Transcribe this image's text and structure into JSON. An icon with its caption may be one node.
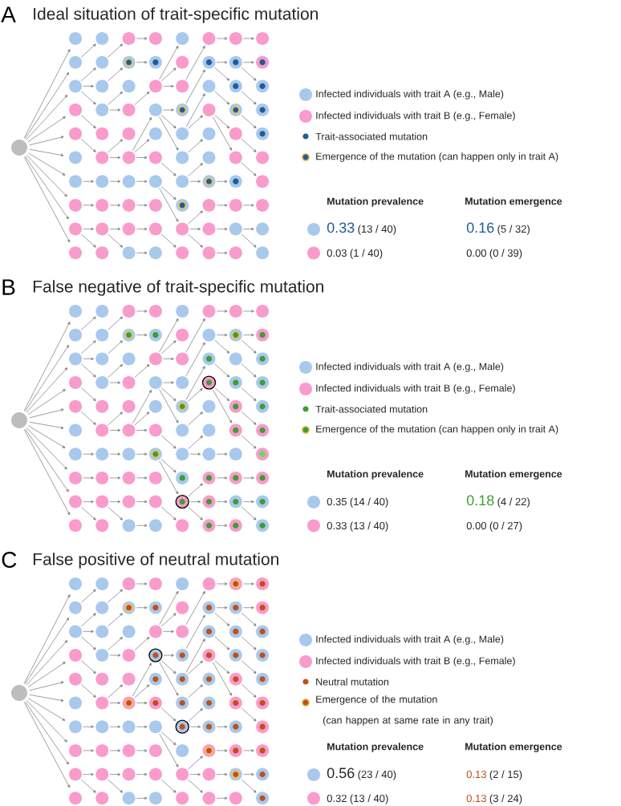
{
  "diagram": {
    "nodes": [
      {
        "text": [],
        "shape": "circle"
      },
      {
        "text": [],
        "shape": "circle"
      },
      {
        "text": [],
        "shape": "circle"
      },
      {
        "text": [],
        "shape": "circle"
      },
      {
        "text": [],
        "shape": "circle"
      },
      {
        "text": [],
        "shape": "circle"
      },
      {
        "text": [],
        "shape": "circle"
      },
      {
        "text": [],
        "shape": "circle"
      },
      {
        "text": [],
        "shape": "circle"
      },
      {
        "text": [],
        "shape": "circle"
      },
      {
        "text": [],
        "shape": "circle"
      },
      {
        "text": [],
        "shape": "circle"
      },
      {
        "text": [],
        "shape": "circle"
      },
      {
        "text": [],
        "shape": "circle"
      },
      {
        "text": [],
        "shape": "circle"
      },
      {
        "text": [],
        "shape": "circle"
      },
      {
        "text": [],
        "shape": "circle"
      },
      {
        "text": [],
        "shape": "circle"
      },
      {
        "text": [],
        "shape": "circle"
      },
      {
        "text": [],
        "shape": "circle"
      },
      {
        "text": [],
        "shape": "circle"
      },
      {
        "text": [],
        "shape": "circle"
      },
      {
        "text": [],
        "shape": "circle"
      },
      {
        "text": [],
        "shape": "circle"
      },
      {
        "text": [],
        "shape": "circle"
      },
      {
        "text": [],
        "shape": "circle"
      },
      {
        "text": [],
        "shape": "circle"
      },
      {
        "text": [],
        "shape": "circle"
      },
      {
        "text": [],
        "shape": "circle"
      },
      {
        "text": [],
        "shape": "circle"
      },
      {
        "text": [],
        "shape": "circle"
      },
      {
        "text": [],
        "shape": "circle"
      },
      {
        "text": [],
        "shape": "circle"
      },
      {
        "text": [],
        "shape": "circle"
      },
      {
        "text": [],
        "shape": "circle"
      },
      {
        "text": [],
        "shape": "circle"
      },
      {
        "text": [],
        "shape": "circle"
      },
      {
        "text": [],
        "shape": "circle"
      },
      {
        "text": [],
        "shape": "circle"
      },
      {
        "text": [],
        "shape": "circle"
      },
      {
        "text": [],
        "shape": "circle"
      },
      {
        "text": [],
        "shape": "circle"
      },
      {
        "text": [],
        "shape": "circle"
      },
      {
        "text": [],
        "shape": "circle"
      },
      {
        "text": [],
        "shape": "circle"
      },
      {
        "text": [],
        "shape": "circle"
      },
      {
        "text": [],
        "shape": "circle"
      },
      {
        "text": [],
        "shape": "circle"
      },
      {
        "text": [],
        "shape": "circle"
      },
      {
        "text": [],
        "shape": "circle"
      },
      {
        "text": [],
        "shape": "circle"
      },
      {
        "text": [],
        "shape": "circle"
      },
      {
        "text": [],
        "shape": "circle"
      },
      {
        "text": [],
        "shape": "circle"
      },
      {
        "text": [],
        "shape": "circle"
      },
      {
        "text": [],
        "shape": "circle"
      },
      {
        "text": [],
        "shape": "circle"
      },
      {
        "text": [],
        "shape": "circle"
      },
      {
        "text": [],
        "shape": "circle"
      },
      {
        "text": [],
        "shape": "circle"
      },
      {
        "text": [],
        "shape": "circle"
      },
      {
        "text": [],
        "shape": "circle"
      },
      {
        "text": [],
        "shape": "circle"
      },
      {
        "text": [],
        "shape": "circle"
      },
      {
        "text": [],
        "shape": "circle"
      },
      {
        "text": [],
        "shape": "circle"
      },
      {
        "text": [],
        "shape": "circle"
      },
      {
        "text": [],
        "shape": "circle"
      },
      {
        "text": [],
        "shape": "circle"
      },
      {
        "text": [],
        "shape": "circle"
      },
      {
        "text": [],
        "shape": "circle"
      },
      {
        "text": [],
        "shape": "circle"
      },
      {
        "text": [],
        "shape": "circle"
      },
      {
        "text": [],
        "shape": "circle"
      },
      {
        "text": [],
        "shape": "circle"
      },
      {
        "text": [],
        "shape": "circle"
      },
      {
        "text": [],
        "shape": "circle"
      },
      {
        "text": [],
        "shape": "circle"
      },
      {
        "text": [],
        "shape": "circle"
      },
      {
        "text": [],
        "shape": "circle"
      },
      {
        "text": [],
        "shape": "circle"
      },
      {
        "text": [],
        "shape": "circle"
      },
      {
        "text": [],
        "shape": "circle"
      },
      {
        "text": [],
        "shape": "circle"
      },
      {
        "text": [],
        "shape": "circle"
      },
      {
        "text": [],
        "shape": "circle"
      },
      {
        "text": [],
        "shape": "circle"
      },
      {
        "text": [],
        "shape": "circle"
      },
      {
        "text": [],
        "shape": "circle"
      },
      {
        "text": [],
        "shape": "circle"
      },
      {
        "text": [],
        "shape": "circle"
      },
      {
        "text": [],
        "shape": "circle"
      },
      {
        "text": [],
        "shape": "circle"
      },
      {
        "text": [],
        "shape": "circle"
      },
      {
        "text": [],
        "shape": "circle"
      },
      {
        "text": [],
        "shape": "circle"
      },
      {
        "text": [],
        "shape": "circle"
      },
      {
        "text": [],
        "shape": "circle"
      },
      {
        "text": [],
        "shape": "circle"
      },
      {
        "text": [],
        "shape": "circle"
      },
      {
        "text": [],
        "shape": "circle"
      },
      {
        "text": [],
        "shape": "circle"
      },
      {
        "text": [],
        "shape": "circle"
      },
      {
        "text": [],
        "shape": "circle"
      },
      {
        "text": [],
        "shape": "circle"
      },
      {
        "text": [],
        "shape": "circle"
      },
      {
        "text": [],
        "shape": "circle"
      },
      {
        "text": [],
        "shape": "circle"
      },
      {
        "text": [],
        "shape": "circle"
      },
      {
        "text": [],
        "shape": "circle"
      },
      {
        "text": [],
        "shape": "circle"
      },
      {
        "text": [],
        "shape": "circle"
      },
      {
        "text": [],
        "shape": "circle"
      },
      {
        "text": [],
        "shape": "circle"
      },
      {
        "text": [],
        "shape": "circle"
      },
      {
        "text": [],
        "shape": "circle"
      },
      {
        "text": [],
        "shape": "circle"
      },
      {
        "text": [],
        "shape": "circle"
      },
      {
        "text": [],
        "shape": "circle"
      },
      {
        "text": [],
        "shape": "circle"
      },
      {
        "text": [],
        "shape": "circle"
      },
      {
        "text": [],
        "shape": "circle"
      },
      {
        "text": [],
        "shape": "circle"
      },
      {
        "text": [],
        "shape": "circle"
      },
      {
        "text": [],
        "shape": "circle"
      },
      {
        "text": [],
        "shape": "circle"
      },
      {
        "text": [],
        "shape": "circle"
      },
      {
        "text": [],
        "shape": "circle"
      },
      {
        "text": [],
        "shape": "circle"
      },
      {
        "text": [],
        "shape": "circle"
      },
      {
        "text": [],
        "shape": "circle"
      },
      {
        "text": [],
        "shape": "circle"
      },
      {
        "text": [],
        "shape": "circle"
      },
      {
        "text": [],
        "shape": "circle"
      },
      {
        "text": [],
        "shape": "circle"
      },
      {
        "text": [],
        "shape": "circle"
      },
      {
        "text": [],
        "shape": "circle"
      },
      {
        "text": [],
        "shape": "circle"
      },
      {
        "text": [],
        "shape": "circle"
      },
      {
        "text": [],
        "shape": "circle"
      },
      {
        "text": [],
        "shape": "circle"
      },
      {
        "text": [],
        "shape": "circle"
      },
      {
        "text": [],
        "shape": "circle"
      },
      {
        "text": [],
        "shape": "circle"
      },
      {
        "text": [],
        "shape": "circle"
      },
      {
        "text": [],
        "shape": "circle"
      },
      {
        "text": [],
        "shape": "circle"
      },
      {
        "text": [],
        "shape": "circle"
      },
      {
        "text": [],
        "shape": "circle"
      },
      {
        "text": [],
        "shape": "circle"
      },
      {
        "text": [],
        "shape": "circle"
      },
      {
        "text": [],
        "shape": "circle"
      },
      {
        "text": [],
        "shape": "circle"
      },
      {
        "text": [],
        "shape": "circle"
      },
      {
        "text": [],
        "shape": "circle"
      },
      {
        "text": [],
        "shape": "circle"
      },
      {
        "text": [],
        "shape": "circle"
      },
      {
        "text": [],
        "shape": "circle"
      },
      {
        "text": [],
        "shape": "circle"
      },
      {
        "text": [],
        "shape": "circle"
      },
      {
        "text": [],
        "shape": "circle"
      },
      {
        "text": [],
        "shape": "circle"
      },
      {
        "text": [],
        "shape": "circle"
      },
      {
        "text": [],
        "shape": "circle"
      },
      {
        "text": [],
        "shape": "circle"
      },
      {
        "text": [],
        "shape": "circle"
      },
      {
        "text": [],
        "shape": "circle"
      },
      {
        "text": [],
        "shape": "circle"
      },
      {
        "text": [],
        "shape": "circle"
      },
      {
        "text": [],
        "shape": "circle"
      },
      {
        "text": [],
        "shape": "circle"
      },
      {
        "text": [],
        "shape": "circle"
      },
      {
        "text": [],
        "shape": "circle"
      },
      {
        "text": [],
        "shape": "circle"
      },
      {
        "text": [],
        "shape": "circle"
      },
      {
        "text": [],
        "shape": "circle"
      },
      {
        "text": [],
        "shape": "circle"
      },
      {
        "text": [],
        "shape": "circle"
      },
      {
        "text": [],
        "shape": "circle"
      },
      {
        "text": [],
        "shape": "circle"
      },
      {
        "text": [],
        "shape": "circle"
      },
      {
        "text": [],
        "shape": "circle"
      },
      {
        "text": [],
        "shape": "circle"
      },
      {
        "text": [],
        "shape": "circle"
      },
      {
        "text": [],
        "shape": "circle"
      },
      {
        "text": [],
        "shape": "circle"
      },
      {
        "text": [],
        "shape": "circle"
      },
      {
        "text": [],
        "shape": "circle"
      },
      {
        "text": [],
        "shape": "circle"
      },
      {
        "text": [],
        "shape": "circle"
      },
      {
        "text": [],
        "shape": "circle"
      },
      {
        "text": [],
        "shape": "circle"
      },
      {
        "text": [],
        "shape": "circle"
      },
      {
        "text": [],
        "shape": "circle"
      },
      {
        "text": [],
        "shape": "circle"
      },
      {
        "text": [],
        "shape": "circle"
      },
      {
        "text": [],
        "shape": "circle"
      },
      {
        "text": [],
        "shape": "circle"
      },
      {
        "text": [],
        "shape": "circle"
      },
      {
        "text": [],
        "shape": "circle"
      },
      {
        "text": [],
        "shape": "circle"
      },
      {
        "text": [],
        "shape": "circle"
      },
      {
        "text": [],
        "shape": "circle"
      },
      {
        "text": [],
        "shape": "circle"
      },
      {
        "text": [],
        "shape": "circle"
      },
      {
        "text": [],
        "shape": "circle"
      },
      {
        "text": [],
        "shape": "circle"
      },
      {
        "text": [],
        "shape": "circle"
      },
      {
        "text": [],
        "shape": "circle"
      },
      {
        "text": [],
        "shape": "circle"
      },
      {
        "text": [],
        "shape": "circle"
      },
      {
        "text": [],
        "shape": "circle"
      },
      {
        "text": [],
        "shape": "circle"
      },
      {
        "text": [],
        "shape": "circle"
      },
      {
        "text": [],
        "shape": "circle"
      },
      {
        "text": [],
        "shape": "circle"
      },
      {
        "text": [],
        "shape": "circle"
      },
      {
        "text": [],
        "shape": "circle"
      },
      {
        "text": [],
        "shape": "circle"
      },
      {
        "text": [],
        "shape": "circle"
      },
      {
        "text": [],
        "shape": "circle"
      },
      {
        "text": [],
        "shape": "circle"
      },
      {
        "text": [],
        "shape": "circle"
      },
      {
        "text": [],
        "shape": "circle"
      },
      {
        "text": [],
        "shape": "circle"
      },
      {
        "text": [],
        "shape": "circle"
      },
      {
        "text": [],
        "shape": "circle"
      },
      {
        "text": [],
        "shape": "circle"
      },
      {
        "text": [],
        "shape": "circle"
      },
      {
        "text": [],
        "shape": "circle"
      },
      {
        "text": [],
        "shape": "circle"
      },
      {
        "text": [],
        "shape": "circle"
      },
      {
        "text": [],
        "shape": "circle"
      },
      {
        "text": [],
        "shape": "circle"
      },
      {
        "text": [],
        "shape": "circle"
      },
      {
        "text": [],
        "shape": "circle"
      },
      {
        "text": [],
        "shape": "circle"
      },
      {
        "text": [],
        "shape": "circle"
      },
      {
        "text": [],
        "shape": "circle"
      },
      {
        "text": [],
        "shape": "circle"
      },
      {
        "text": [],
        "shape": "circle"
      },
      {
        "text": [],
        "shape": "circle"
      },
      {
        "text": [],
        "shape": "circle"
      }
    ],
    "edges": [
      {
        "from": 0,
        "to": 1,
        "arrow": "to"
      },
      {
        "from": 0,
        "to": 9,
        "arrow": "to"
      },
      {
        "from": 0,
        "to": 17,
        "arrow": "to"
      },
      {
        "from": 0,
        "to": 25,
        "arrow": "to"
      },
      {
        "from": 0,
        "to": 33,
        "arrow": "to"
      },
      {
        "from": 0,
        "to": 41,
        "arrow": "to"
      },
      {
        "from": 0,
        "to": 49,
        "arrow": "to"
      },
      {
        "from": 0,
        "to": 57,
        "arrow": "to"
      },
      {
        "from": 0,
        "to": 65,
        "arrow": "to"
      },
      {
        "from": 0,
        "to": 73,
        "arrow": "to"
      },
      {
        "from": 3,
        "to": 4,
        "arrow": "to"
      },
      {
        "from": 6,
        "to": 7,
        "arrow": "to"
      },
      {
        "from": 7,
        "to": 8,
        "arrow": "to"
      },
      {
        "from": 9,
        "to": 2,
        "arrow": "to"
      },
      {
        "from": 10,
        "to": 3,
        "arrow": "to"
      },
      {
        "from": 11,
        "to": 12,
        "arrow": "to"
      },
      {
        "from": 14,
        "to": 15,
        "arrow": "to"
      },
      {
        "from": 15,
        "to": 16,
        "arrow": "to"
      },
      {
        "from": 14,
        "to": 23,
        "arrow": "to"
      },
      {
        "from": 15,
        "to": 24,
        "arrow": "to"
      },
      {
        "from": 17,
        "to": 10,
        "arrow": "to"
      },
      {
        "from": 17,
        "to": 18,
        "arrow": "to"
      },
      {
        "from": 17,
        "to": 26,
        "arrow": "to"
      },
      {
        "from": 18,
        "to": 11,
        "arrow": "to"
      },
      {
        "from": 20,
        "to": 5,
        "arrow": "to"
      },
      {
        "from": 20,
        "to": 13,
        "arrow": "to"
      },
      {
        "from": 20,
        "to": 21,
        "arrow": "to"
      },
      {
        "from": 21,
        "to": 6,
        "arrow": "to"
      },
      {
        "from": 22,
        "to": 31,
        "arrow": "to"
      },
      {
        "from": 23,
        "to": 32,
        "arrow": "to"
      },
      {
        "from": 25,
        "to": 34,
        "arrow": "to"
      },
      {
        "from": 26,
        "to": 19,
        "arrow": "to"
      },
      {
        "from": 26,
        "to": 27,
        "arrow": "to"
      },
      {
        "from": 27,
        "to": 20,
        "arrow": "to"
      },
      {
        "from": 28,
        "to": 29,
        "arrow": "to"
      },
      {
        "from": 28,
        "to": 37,
        "arrow": "to"
      },
      {
        "from": 28,
        "to": 45,
        "arrow": "to"
      },
      {
        "from": 29,
        "to": 14,
        "arrow": "to"
      },
      {
        "from": 30,
        "to": 39,
        "arrow": "to"
      },
      {
        "from": 30,
        "to": 47,
        "arrow": "to"
      },
      {
        "from": 31,
        "to": 40,
        "arrow": "to"
      },
      {
        "from": 33,
        "to": 42,
        "arrow": "to"
      },
      {
        "from": 37,
        "to": 22,
        "arrow": "to"
      },
      {
        "from": 37,
        "to": 30,
        "arrow": "to"
      },
      {
        "from": 39,
        "to": 48,
        "arrow": "to"
      },
      {
        "from": 42,
        "to": 35,
        "arrow": "to"
      },
      {
        "from": 42,
        "to": 43,
        "arrow": "to"
      },
      {
        "from": 43,
        "to": 28,
        "arrow": "to"
      },
      {
        "from": 43,
        "to": 36,
        "arrow": "to"
      },
      {
        "from": 43,
        "to": 44,
        "arrow": "to"
      },
      {
        "from": 44,
        "to": 53,
        "arrow": "to"
      },
      {
        "from": 45,
        "to": 38,
        "arrow": "to"
      },
      {
        "from": 47,
        "to": 56,
        "arrow": "to"
      },
      {
        "from": 49,
        "to": 50,
        "arrow": "to"
      },
      {
        "from": 50,
        "to": 51,
        "arrow": "to"
      },
      {
        "from": 51,
        "to": 52,
        "arrow": "to"
      },
      {
        "from": 52,
        "to": 61,
        "arrow": "to"
      },
      {
        "from": 52,
        "to": 69,
        "arrow": "to"
      },
      {
        "from": 53,
        "to": 46,
        "arrow": "to"
      },
      {
        "from": 53,
        "to": 54,
        "arrow": "to"
      },
      {
        "from": 54,
        "to": 55,
        "arrow": "to"
      },
      {
        "from": 57,
        "to": 58,
        "arrow": "to"
      },
      {
        "from": 58,
        "to": 59,
        "arrow": "to"
      },
      {
        "from": 59,
        "to": 60,
        "arrow": "to"
      },
      {
        "from": 62,
        "to": 63,
        "arrow": "to"
      },
      {
        "from": 63,
        "to": 64,
        "arrow": "to"
      },
      {
        "from": 65,
        "to": 66,
        "arrow": "to"
      },
      {
        "from": 65,
        "to": 74,
        "arrow": "to"
      },
      {
        "from": 66,
        "to": 67,
        "arrow": "to"
      },
      {
        "from": 66,
        "to": 75,
        "arrow": "to"
      },
      {
        "from": 67,
        "to": 68,
        "arrow": "to"
      },
      {
        "from": 68,
        "to": 77,
        "arrow": "to"
      },
      {
        "from": 69,
        "to": 62,
        "arrow": "to"
      },
      {
        "from": 69,
        "to": 70,
        "arrow": "to"
      },
      {
        "from": 69,
        "to": 78,
        "arrow": "to"
      },
      {
        "from": 70,
        "to": 71,
        "arrow": "to"
      },
      {
        "from": 71,
        "to": 72,
        "arrow": "to"
      },
      {
        "from": 71,
        "to": 80,
        "arrow": "to"
      },
      {
        "from": 75,
        "to": 76,
        "arrow": "to"
      },
      {
        "from": 78,
        "to": 79,
        "arrow": "to"
      },
      {
        "from": 81,
        "to": 82,
        "arrow": "to"
      },
      {
        "from": 81,
        "to": 90,
        "arrow": "to"
      },
      {
        "from": 81,
        "to": 98,
        "arrow": "to"
      },
      {
        "from": 81,
        "to": 106,
        "arrow": "to"
      },
      {
        "from": 81,
        "to": 114,
        "arrow": "to"
      },
      {
        "from": 81,
        "to": 122,
        "arrow": "to"
      },
      {
        "from": 81,
        "to": 130,
        "arrow": "to"
      },
      {
        "from": 81,
        "to": 138,
        "arrow": "to"
      },
      {
        "from": 81,
        "to": 146,
        "arrow": "to"
      },
      {
        "from": 81,
        "to": 154,
        "arrow": "to"
      },
      {
        "from": 84,
        "to": 85,
        "arrow": "to"
      },
      {
        "from": 87,
        "to": 88,
        "arrow": "to"
      },
      {
        "from": 88,
        "to": 89,
        "arrow": "to"
      },
      {
        "from": 90,
        "to": 83,
        "arrow": "to"
      },
      {
        "from": 91,
        "to": 84,
        "arrow": "to"
      },
      {
        "from": 92,
        "to": 93,
        "arrow": "to"
      },
      {
        "from": 95,
        "to": 96,
        "arrow": "to"
      },
      {
        "from": 96,
        "to": 97,
        "arrow": "to"
      },
      {
        "from": 95,
        "to": 104,
        "arrow": "to"
      },
      {
        "from": 96,
        "to": 105,
        "arrow": "to"
      },
      {
        "from": 98,
        "to": 91,
        "arrow": "to"
      },
      {
        "from": 98,
        "to": 99,
        "arrow": "to"
      },
      {
        "from": 98,
        "to": 107,
        "arrow": "to"
      },
      {
        "from": 99,
        "to": 92,
        "arrow": "to"
      },
      {
        "from": 101,
        "to": 86,
        "arrow": "to"
      },
      {
        "from": 101,
        "to": 94,
        "arrow": "to"
      },
      {
        "from": 101,
        "to": 102,
        "arrow": "to"
      },
      {
        "from": 102,
        "to": 87,
        "arrow": "to"
      },
      {
        "from": 103,
        "to": 112,
        "arrow": "to"
      },
      {
        "from": 104,
        "to": 113,
        "arrow": "to"
      },
      {
        "from": 106,
        "to": 115,
        "arrow": "to"
      },
      {
        "from": 107,
        "to": 100,
        "arrow": "to"
      },
      {
        "from": 107,
        "to": 108,
        "arrow": "to"
      },
      {
        "from": 108,
        "to": 101,
        "arrow": "to"
      },
      {
        "from": 109,
        "to": 110,
        "arrow": "to"
      },
      {
        "from": 109,
        "to": 118,
        "arrow": "to"
      },
      {
        "from": 109,
        "to": 126,
        "arrow": "to"
      },
      {
        "from": 110,
        "to": 95,
        "arrow": "to"
      },
      {
        "from": 111,
        "to": 120,
        "arrow": "to"
      },
      {
        "from": 111,
        "to": 128,
        "arrow": "to"
      },
      {
        "from": 112,
        "to": 121,
        "arrow": "to"
      },
      {
        "from": 114,
        "to": 123,
        "arrow": "to"
      },
      {
        "from": 118,
        "to": 103,
        "arrow": "to"
      },
      {
        "from": 118,
        "to": 111,
        "arrow": "to"
      },
      {
        "from": 120,
        "to": 129,
        "arrow": "to"
      },
      {
        "from": 123,
        "to": 116,
        "arrow": "to"
      },
      {
        "from": 123,
        "to": 124,
        "arrow": "to"
      },
      {
        "from": 124,
        "to": 109,
        "arrow": "to"
      },
      {
        "from": 124,
        "to": 117,
        "arrow": "to"
      },
      {
        "from": 124,
        "to": 125,
        "arrow": "to"
      },
      {
        "from": 125,
        "to": 134,
        "arrow": "to"
      },
      {
        "from": 126,
        "to": 119,
        "arrow": "to"
      },
      {
        "from": 128,
        "to": 137,
        "arrow": "to"
      },
      {
        "from": 130,
        "to": 131,
        "arrow": "to"
      },
      {
        "from": 131,
        "to": 132,
        "arrow": "to"
      },
      {
        "from": 132,
        "to": 133,
        "arrow": "to"
      },
      {
        "from": 133,
        "to": 142,
        "arrow": "to"
      },
      {
        "from": 133,
        "to": 150,
        "arrow": "to"
      },
      {
        "from": 134,
        "to": 127,
        "arrow": "to"
      },
      {
        "from": 134,
        "to": 135,
        "arrow": "to"
      },
      {
        "from": 135,
        "to": 136,
        "arrow": "to"
      },
      {
        "from": 138,
        "to": 139,
        "arrow": "to"
      },
      {
        "from": 139,
        "to": 140,
        "arrow": "to"
      },
      {
        "from": 140,
        "to": 141,
        "arrow": "to"
      },
      {
        "from": 143,
        "to": 144,
        "arrow": "to"
      },
      {
        "from": 144,
        "to": 145,
        "arrow": "to"
      },
      {
        "from": 146,
        "to": 147,
        "arrow": "to"
      },
      {
        "from": 146,
        "to": 155,
        "arrow": "to"
      },
      {
        "from": 147,
        "to": 148,
        "arrow": "to"
      },
      {
        "from": 147,
        "to": 156,
        "arrow": "to"
      },
      {
        "from": 148,
        "to": 149,
        "arrow": "to"
      },
      {
        "from": 149,
        "to": 158,
        "arrow": "to"
      },
      {
        "from": 150,
        "to": 143,
        "arrow": "to"
      },
      {
        "from": 150,
        "to": 151,
        "arrow": "to"
      },
      {
        "from": 150,
        "to": 159,
        "arrow": "to"
      },
      {
        "from": 151,
        "to": 152,
        "arrow": "to"
      },
      {
        "from": 152,
        "to": 153,
        "arrow": "to"
      },
      {
        "from": 152,
        "to": 161,
        "arrow": "to"
      },
      {
        "from": 156,
        "to": 157,
        "arrow": "to"
      },
      {
        "from": 159,
        "to": 160,
        "arrow": "to"
      },
      {
        "from": 162,
        "to": 163,
        "arrow": "to"
      },
      {
        "from": 162,
        "to": 171,
        "arrow": "to"
      },
      {
        "from": 162,
        "to": 179,
        "arrow": "to"
      },
      {
        "from": 162,
        "to": 187,
        "arrow": "to"
      },
      {
        "from": 162,
        "to": 195,
        "arrow": "to"
      },
      {
        "from": 162,
        "to": 203,
        "arrow": "to"
      },
      {
        "from": 162,
        "to": 211,
        "arrow": "to"
      },
      {
        "from": 162,
        "to": 219,
        "arrow": "to"
      },
      {
        "from": 162,
        "to": 227,
        "arrow": "to"
      },
      {
        "from": 162,
        "to": 235,
        "arrow": "to"
      },
      {
        "from": 165,
        "to": 166,
        "arrow": "to"
      },
      {
        "from": 168,
        "to": 169,
        "arrow": "to"
      },
      {
        "from": 169,
        "to": 170,
        "arrow": "to"
      },
      {
        "from": 171,
        "to": 164,
        "arrow": "to"
      },
      {
        "from": 172,
        "to": 165,
        "arrow": "to"
      },
      {
        "from": 173,
        "to": 174,
        "arrow": "to"
      },
      {
        "from": 176,
        "to": 177,
        "arrow": "to"
      },
      {
        "from": 177,
        "to": 178,
        "arrow": "to"
      },
      {
        "from": 176,
        "to": 185,
        "arrow": "to"
      },
      {
        "from": 177,
        "to": 186,
        "arrow": "to"
      },
      {
        "from": 179,
        "to": 172,
        "arrow": "to"
      },
      {
        "from": 179,
        "to": 180,
        "arrow": "to"
      },
      {
        "from": 179,
        "to": 188,
        "arrow": "to"
      },
      {
        "from": 180,
        "to": 173,
        "arrow": "to"
      },
      {
        "from": 182,
        "to": 167,
        "arrow": "to"
      },
      {
        "from": 182,
        "to": 175,
        "arrow": "to"
      },
      {
        "from": 182,
        "to": 183,
        "arrow": "to"
      },
      {
        "from": 183,
        "to": 168,
        "arrow": "to"
      },
      {
        "from": 184,
        "to": 193,
        "arrow": "to"
      },
      {
        "from": 185,
        "to": 194,
        "arrow": "to"
      },
      {
        "from": 187,
        "to": 196,
        "arrow": "to"
      },
      {
        "from": 188,
        "to": 181,
        "arrow": "to"
      },
      {
        "from": 188,
        "to": 189,
        "arrow": "to"
      },
      {
        "from": 189,
        "to": 182,
        "arrow": "to"
      },
      {
        "from": 190,
        "to": 191,
        "arrow": "to"
      },
      {
        "from": 190,
        "to": 199,
        "arrow": "to"
      },
      {
        "from": 190,
        "to": 207,
        "arrow": "to"
      },
      {
        "from": 191,
        "to": 176,
        "arrow": "to"
      },
      {
        "from": 192,
        "to": 201,
        "arrow": "to"
      },
      {
        "from": 192,
        "to": 209,
        "arrow": "to"
      },
      {
        "from": 193,
        "to": 202,
        "arrow": "to"
      },
      {
        "from": 195,
        "to": 204,
        "arrow": "to"
      },
      {
        "from": 199,
        "to": 184,
        "arrow": "to"
      },
      {
        "from": 199,
        "to": 192,
        "arrow": "to"
      },
      {
        "from": 201,
        "to": 210,
        "arrow": "to"
      },
      {
        "from": 204,
        "to": 197,
        "arrow": "to"
      },
      {
        "from": 204,
        "to": 205,
        "arrow": "to"
      },
      {
        "from": 205,
        "to": 190,
        "arrow": "to"
      },
      {
        "from": 205,
        "to": 198,
        "arrow": "to"
      },
      {
        "from": 205,
        "to": 206,
        "arrow": "to"
      },
      {
        "from": 206,
        "to": 215,
        "arrow": "to"
      },
      {
        "from": 207,
        "to": 200,
        "arrow": "to"
      },
      {
        "from": 209,
        "to": 218,
        "arrow": "to"
      },
      {
        "from": 211,
        "to": 212,
        "arrow": "to"
      },
      {
        "from": 212,
        "to": 213,
        "arrow": "to"
      },
      {
        "from": 213,
        "to": 214,
        "arrow": "to"
      },
      {
        "from": 214,
        "to": 223,
        "arrow": "to"
      },
      {
        "from": 214,
        "to": 231,
        "arrow": "to"
      },
      {
        "from": 215,
        "to": 208,
        "arrow": "to"
      },
      {
        "from": 215,
        "to": 216,
        "arrow": "to"
      },
      {
        "from": 216,
        "to": 217,
        "arrow": "to"
      },
      {
        "from": 219,
        "to": 220,
        "arrow": "to"
      },
      {
        "from": 220,
        "to": 221,
        "arrow": "to"
      },
      {
        "from": 221,
        "to": 222,
        "arrow": "to"
      },
      {
        "from": 224,
        "to": 225,
        "arrow": "to"
      },
      {
        "from": 225,
        "to": 226,
        "arrow": "to"
      },
      {
        "from": 227,
        "to": 228,
        "arrow": "to"
      },
      {
        "from": 227,
        "to": 236,
        "arrow": "to"
      },
      {
        "from": 228,
        "to": 229,
        "arrow": "to"
      },
      {
        "from": 228,
        "to": 237,
        "arrow": "to"
      },
      {
        "from": 229,
        "to": 230,
        "arrow": "to"
      },
      {
        "from": 230,
        "to": 239,
        "arrow": "to"
      },
      {
        "from": 231,
        "to": 224,
        "arrow": "to"
      },
      {
        "from": 231,
        "to": 232,
        "arrow": "to"
      },
      {
        "from": 231,
        "to": 240,
        "arrow": "to"
      },
      {
        "from": 232,
        "to": 233,
        "arrow": "to"
      },
      {
        "from": 233,
        "to": 234,
        "arrow": "to"
      },
      {
        "from": 233,
        "to": 242,
        "arrow": "to"
      },
      {
        "from": 237,
        "to": 238,
        "arrow": "to"
      },
      {
        "from": 240,
        "to": 241,
        "arrow": "to"
      }
    ],
    "labels": [
      "A",
      "Ideal situation of trait-specific mutation",
      "Mutation prevalence",
      "Mutation emergence",
      "0.33",
      "(13 / 40)",
      "0.16",
      "(5 / 32)",
      "0.03",
      "(1 / 40)",
      "0.00",
      "(0 / 39)",
      "B",
      "False negative of trait-specific mutation",
      "Mutation prevalence",
      "Mutation emergence",
      "0.35",
      "(14 / 40)",
      "0.18",
      "(4 / 22)",
      "0.33",
      "(13 / 40)",
      "0.00",
      "(0 / 27)",
      "C",
      "False positive of neutral mutation",
      "Mutation prevalence",
      "Mutation emergence",
      "0.56",
      "(23 / 40)",
      "0.13",
      "(2 / 15)",
      "0.32",
      "(13 / 40)",
      "0.13",
      "(3 / 24)"
    ],
    "legend": [
      {
        "text": "Infected individuals with trait A (e.g., Male)",
        "color": "#a9c9ec"
      },
      {
        "text": "Infected individuals with trait B (e.g., Female)",
        "color": "#f99bcb"
      },
      {
        "text": "Trait-associated mutation",
        "color": "#1f5c99"
      },
      {
        "text": "Emergence of the mutation (can happen only in trait A)"
      },
      {
        "text": "Infected individuals with trait A (e.g., Male)",
        "color": "#a9c9ec"
      },
      {
        "text": "Infected individuals with trait B (e.g., Female)",
        "color": "#f99bcb"
      },
      {
        "text": "Trait-associated mutation",
        "color": "#3c9e34"
      },
      {
        "text": "Emergence of the mutation (can happen only in trait A)"
      },
      {
        "text": "Infected individuals with trait A (e.g., Male)",
        "color": "#a9c9ec"
      },
      {
        "text": "Infected individuals with trait B (e.g., Female)",
        "color": "#f99bcb"
      },
      {
        "text": "Neutral mutation",
        "color": "#c0501b"
      },
      {
        "text": "Emergence of the mutation (can happen at same rate in any trait)"
      }
    ]
  }
}
